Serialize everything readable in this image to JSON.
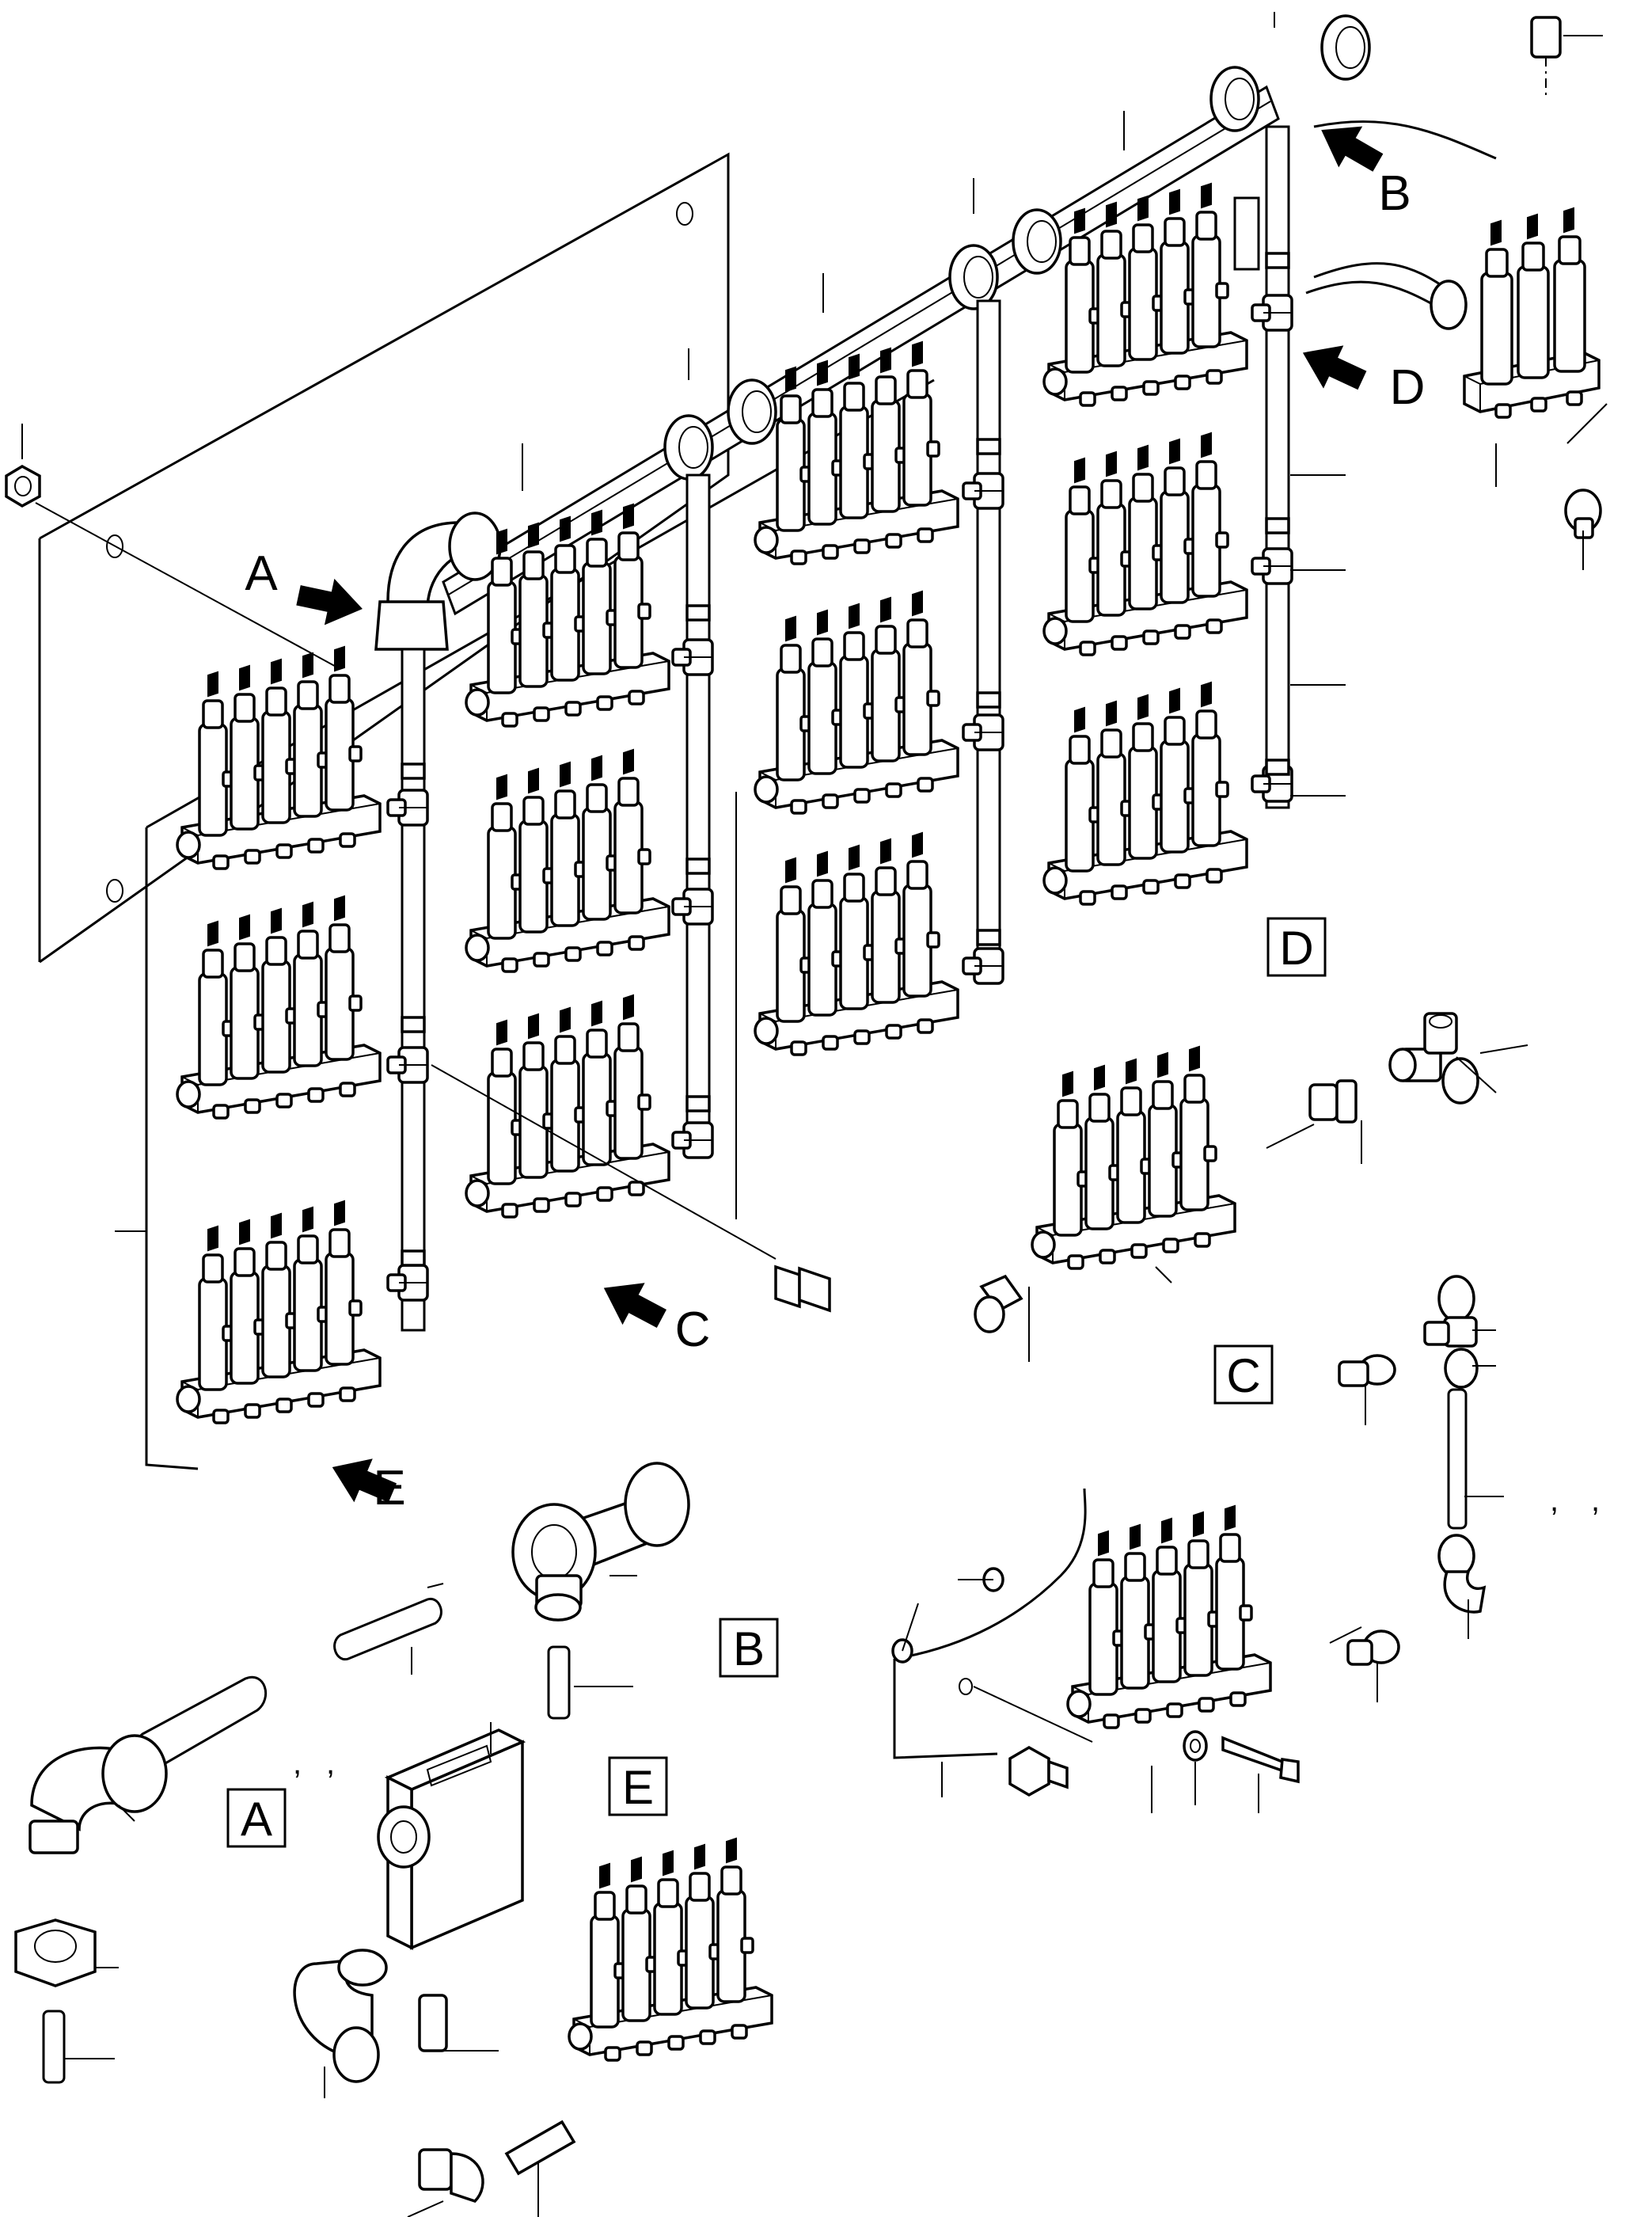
{
  "callouts": {
    "arrow_a": "A",
    "arrow_b": "B",
    "arrow_c": "C",
    "arrow_d": "D",
    "arrow_e": "E"
  },
  "detail_labels": {
    "a": "A",
    "b": "B",
    "c": "C",
    "d": "D",
    "e": "E"
  },
  "separators": {
    "c1": ",",
    "c2": ",",
    "a1": ",",
    "a2": ","
  }
}
